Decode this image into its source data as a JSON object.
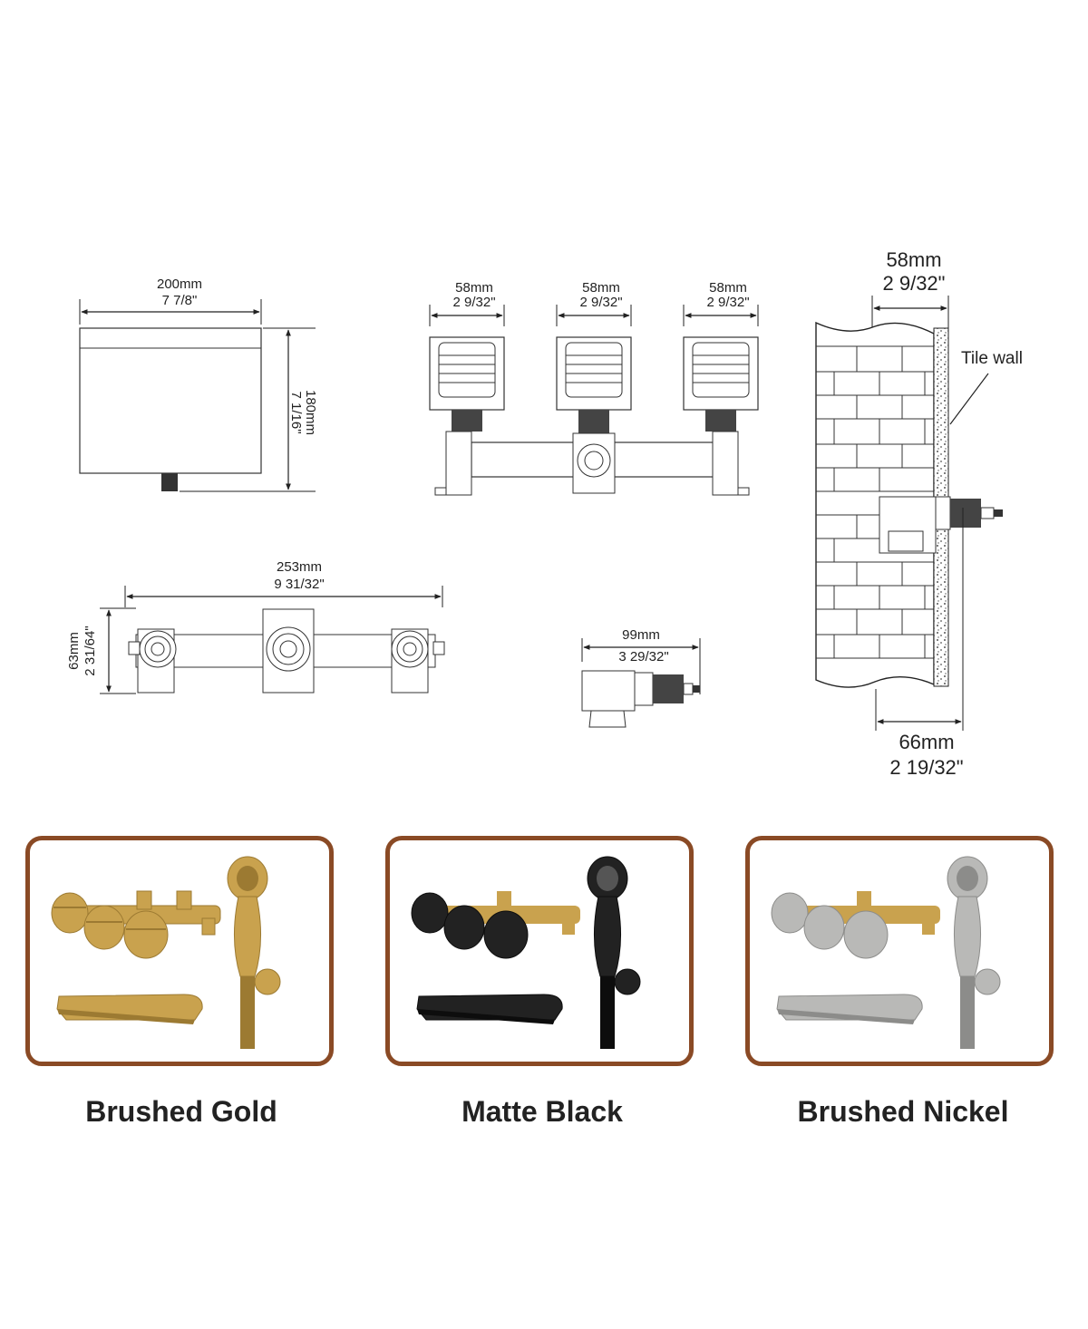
{
  "dimensions": {
    "spout_width_mm": "200mm",
    "spout_width_in": "7 7/8\"",
    "spout_height_mm": "180mm",
    "spout_height_in": "7 1/16\"",
    "handle1_mm": "58mm",
    "handle1_in": "2 9/32\"",
    "handle2_mm": "58mm",
    "handle2_in": "2 9/32\"",
    "handle3_mm": "58mm",
    "handle3_in": "2 9/32\"",
    "wall_depth_mm": "58mm",
    "wall_depth_in": "2 9/32\"",
    "tile_wall_label": "Tile wall",
    "valve_length_mm": "253mm",
    "valve_length_in": "9 31/32\"",
    "valve_height_mm": "63mm",
    "valve_height_in": "2 31/64\"",
    "side_depth_mm": "99mm",
    "side_depth_in": "3 29/32\"",
    "wall_total_mm": "66mm",
    "wall_total_in": "2 19/32\""
  },
  "finishes": [
    {
      "name": "Brushed Gold",
      "color": "#c9a24e",
      "shade": "#9c7a32"
    },
    {
      "name": "Matte Black",
      "color": "#222222",
      "shade": "#0d0d0d"
    },
    {
      "name": "Brushed Nickel",
      "color": "#b9b9b7",
      "shade": "#8c8c8a"
    }
  ],
  "panel_border_color": "#8a4a25"
}
